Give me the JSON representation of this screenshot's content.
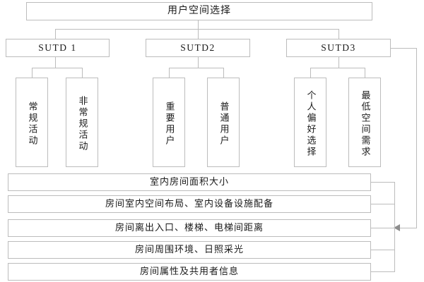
{
  "diagram": {
    "type": "hierarchy-tree",
    "title": "用户空间选择",
    "root": {
      "label": "用户空间选择"
    },
    "groups": [
      {
        "label": "SUTD 1",
        "children": [
          {
            "label": "常规活动"
          },
          {
            "label": "非常规活动"
          }
        ]
      },
      {
        "label": "SUTD2",
        "children": [
          {
            "label": "重要用户"
          },
          {
            "label": "普通用户"
          }
        ]
      },
      {
        "label": "SUTD3",
        "children": [
          {
            "label": "个人偏好选择"
          },
          {
            "label": "最低空间需求"
          }
        ]
      }
    ],
    "criteria": [
      {
        "label": "室内房间面积大小"
      },
      {
        "label": "房间室内空间布局、室内设备设施配备"
      },
      {
        "label": "房间离出入口、楼梯、电梯间距离"
      },
      {
        "label": "房间周围环境、日照采光"
      },
      {
        "label": "房间属性及共用者信息"
      }
    ],
    "colors": {
      "border": "#bcbcbc",
      "background": "#ffffff",
      "text": "#1a1a1a",
      "arrow": "#8d8d8d"
    },
    "connector": {
      "arrow_direction": "left",
      "description": "SUTD3 feeds back into the criteria bus"
    }
  }
}
